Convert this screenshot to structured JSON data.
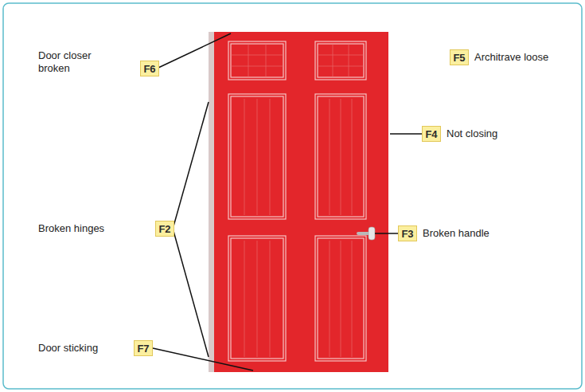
{
  "diagram": {
    "nodes": [
      {
        "text": [
          "F5"
        ]
      },
      {
        "text": [
          "F6"
        ]
      },
      {
        "text": [
          "F4"
        ]
      },
      {
        "text": [
          "F2"
        ]
      },
      {
        "text": [
          "F3"
        ]
      },
      {
        "text": [
          "F7"
        ]
      }
    ],
    "labels": [
      "Architrave loose",
      "Door closer broken",
      "Not closing",
      "Broken hinges",
      "Broken handle",
      "Door sticking"
    ]
  }
}
